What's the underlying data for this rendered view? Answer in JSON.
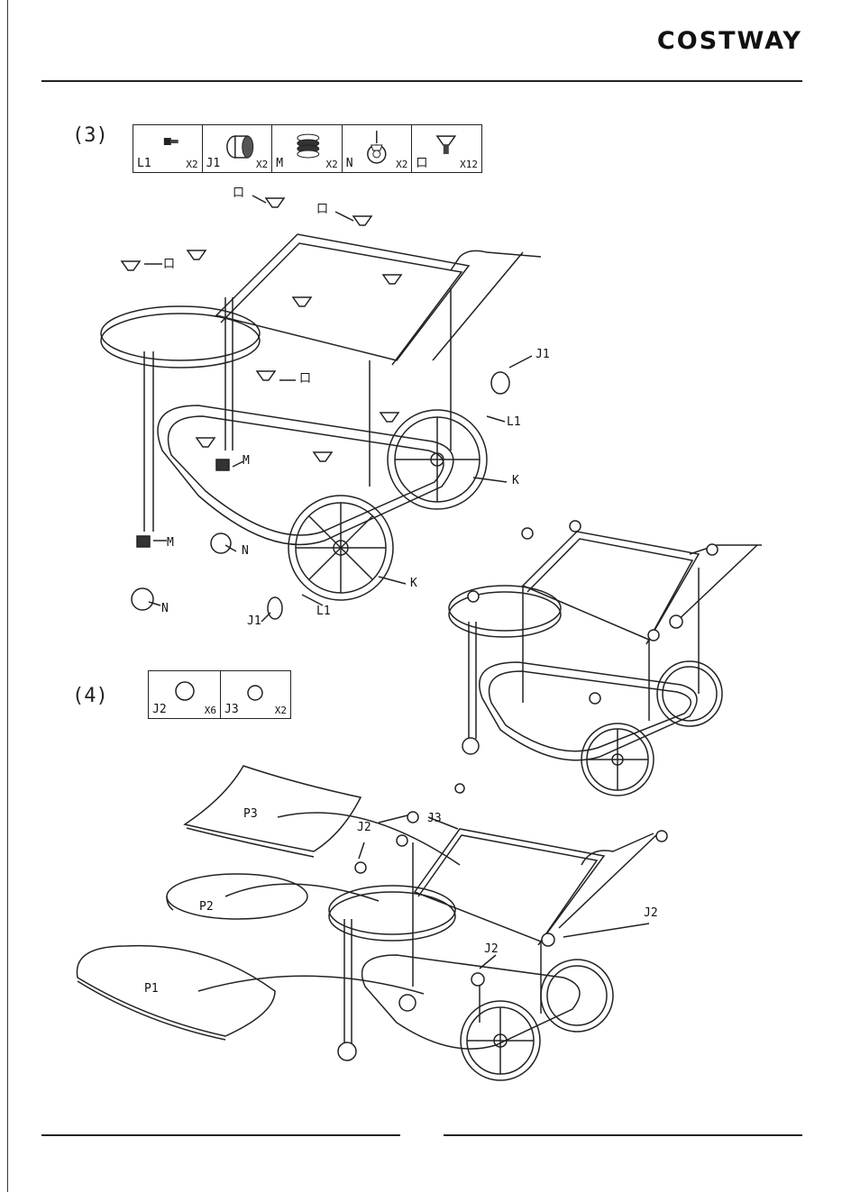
{
  "header": {
    "brand": "COSTWAY"
  },
  "step3": {
    "label": "(3)",
    "parts": [
      {
        "code": "L1",
        "qty": "X2",
        "icon": "screw-icon"
      },
      {
        "code": "J1",
        "qty": "X2",
        "icon": "wheel-cap-icon"
      },
      {
        "code": "M",
        "qty": "X2",
        "icon": "spring-washer-icon"
      },
      {
        "code": "N",
        "qty": "X2",
        "icon": "caster-icon"
      },
      {
        "code": "口",
        "qty": "X12",
        "icon": "glass-holder-icon"
      }
    ],
    "callouts": {
      "holder_1": "口",
      "holder_2": "口",
      "holder_3": "口",
      "holder_4": "口",
      "j1_top": "J1",
      "l1_top": "L1",
      "k_top": "K",
      "m_mid": "M",
      "n_mid": "N",
      "m_low": "M",
      "n_low": "N",
      "k_low": "K",
      "j1_low": "J1",
      "l1_low": "L1"
    }
  },
  "step4": {
    "label": "(4)",
    "parts": [
      {
        "code": "J2",
        "qty": "X6",
        "icon": "large-ball-icon"
      },
      {
        "code": "J3",
        "qty": "X2",
        "icon": "small-ball-icon"
      }
    ],
    "callouts": {
      "p3": "P3",
      "j2_a": "J2",
      "j3": "J3",
      "p2": "P2",
      "j2_right": "J2",
      "j2_mid": "J2",
      "p1": "P1"
    }
  }
}
